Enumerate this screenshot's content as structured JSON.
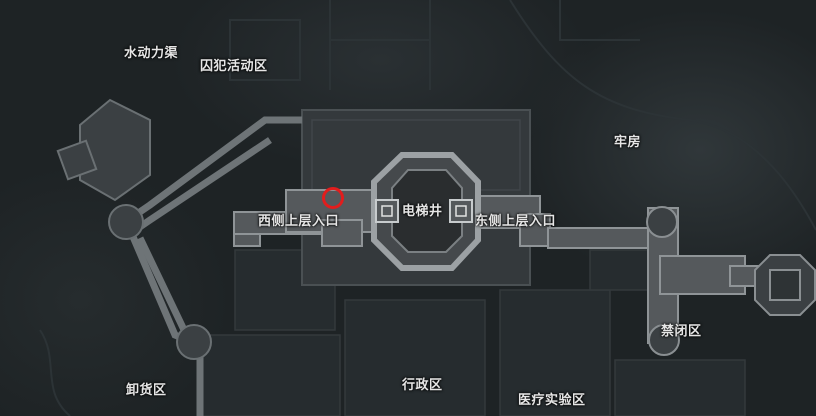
{
  "map": {
    "labels": {
      "water_channel": "水动力渠",
      "prisoner_area": "囚犯活动区",
      "cells": "牢房",
      "west_upper_entrance": "西侧上层入口",
      "elevator_shaft": "电梯井",
      "east_upper_entrance": "东侧上层入口",
      "restricted_area": "禁闭区",
      "unloading_area": "卸货区",
      "admin_area": "行政区",
      "medical_lab": "医疗实验区"
    },
    "marker": {
      "shape": "circle",
      "color": "#e11d1d"
    },
    "colors": {
      "background": "#1e2325",
      "corridor": "#8a8f92",
      "room_fill": "#3a3f42",
      "label_text": "#e6e6e6"
    }
  }
}
